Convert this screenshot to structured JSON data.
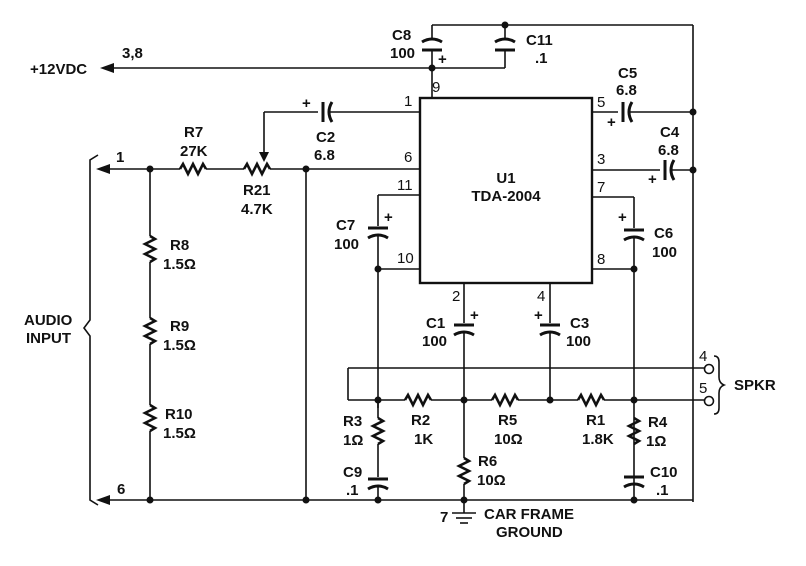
{
  "power": {
    "label": "+12VDC",
    "pins": "3,8"
  },
  "ic": {
    "ref": "U1",
    "part": "TDA-2004",
    "pins": {
      "p1": "1",
      "p2": "2",
      "p3": "3",
      "p4": "4",
      "p5": "5",
      "p6": "6",
      "p7": "7",
      "p8": "8",
      "p9": "9",
      "p10": "10",
      "p11": "11"
    }
  },
  "audio_input": {
    "label_line1": "AUDIO",
    "label_line2": "INPUT",
    "pin_top": "1",
    "pin_bottom": "6"
  },
  "speaker": {
    "label": "SPKR",
    "pin_top": "4",
    "pin_bottom": "5"
  },
  "ground": {
    "label_line1": "CAR FRAME",
    "label_line2": "GROUND",
    "pin": "7"
  },
  "components": {
    "C1": {
      "ref": "C1",
      "value": "100"
    },
    "C2": {
      "ref": "C2",
      "value": "6.8"
    },
    "C3": {
      "ref": "C3",
      "value": "100"
    },
    "C4": {
      "ref": "C4",
      "value": "6.8"
    },
    "C5": {
      "ref": "C5",
      "value": "6.8"
    },
    "C6": {
      "ref": "C6",
      "value": "100"
    },
    "C7": {
      "ref": "C7",
      "value": "100"
    },
    "C8": {
      "ref": "C8",
      "value": "100"
    },
    "C9": {
      "ref": "C9",
      "value": ".1"
    },
    "C10": {
      "ref": "C10",
      "value": ".1"
    },
    "C11": {
      "ref": "C11",
      "value": ".1"
    },
    "R1": {
      "ref": "R1",
      "value": "1.8K"
    },
    "R2": {
      "ref": "R2",
      "value": "1K"
    },
    "R3": {
      "ref": "R3",
      "value": "1Ω"
    },
    "R4": {
      "ref": "R4",
      "value": "1Ω"
    },
    "R5": {
      "ref": "R5",
      "value": "10Ω"
    },
    "R6": {
      "ref": "R6",
      "value": "10Ω"
    },
    "R7": {
      "ref": "R7",
      "value": "27K"
    },
    "R8": {
      "ref": "R8",
      "value": "1.5Ω"
    },
    "R9": {
      "ref": "R9",
      "value": "1.5Ω"
    },
    "R10": {
      "ref": "R10",
      "value": "1.5Ω"
    },
    "R21": {
      "ref": "R21",
      "value": "4.7K"
    }
  },
  "polarity_mark": "+"
}
